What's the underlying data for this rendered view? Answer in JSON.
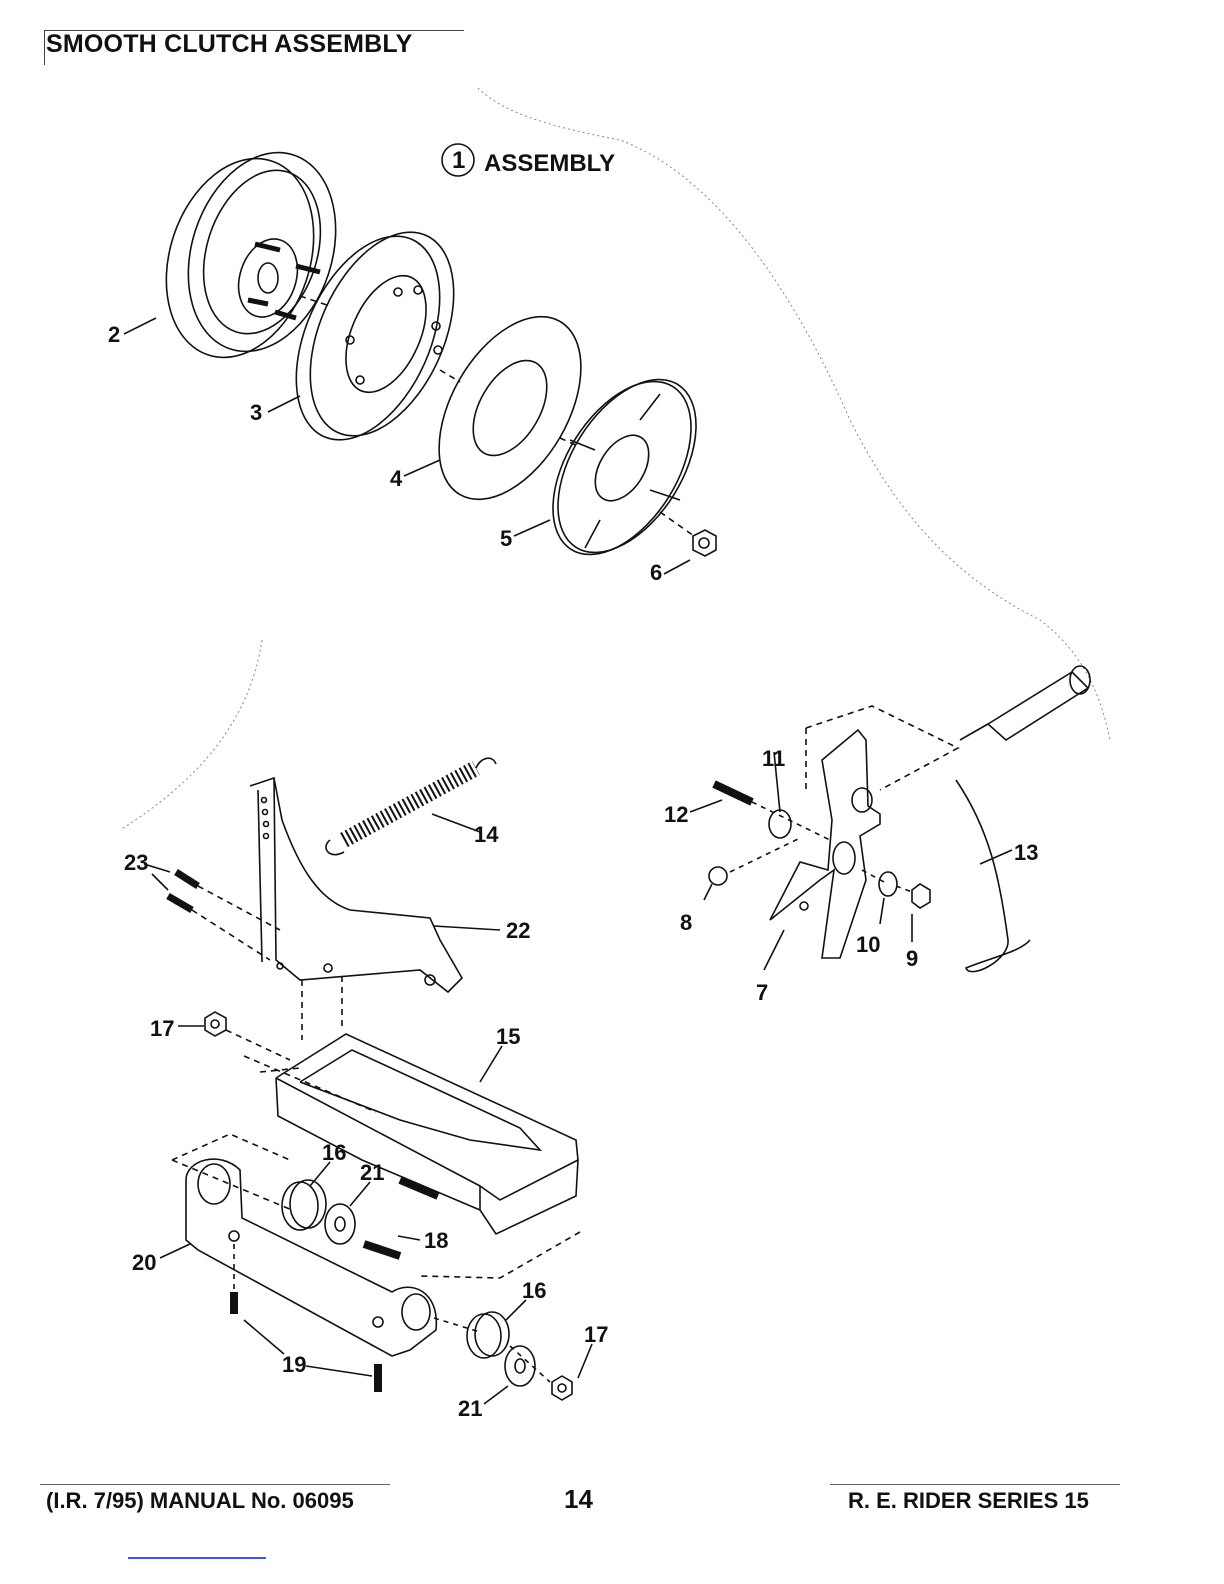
{
  "page": {
    "title": "SMOOTH CLUTCH ASSEMBLY",
    "assembly_number": "1",
    "assembly_label": "ASSEMBLY",
    "footer_left": "(I.R. 7/95) MANUAL No. 06095",
    "footer_center": "14",
    "footer_right": "R. E. RIDER SERIES 15"
  },
  "callouts": [
    "2",
    "3",
    "4",
    "5",
    "6",
    "7",
    "8",
    "9",
    "10",
    "11",
    "12",
    "13",
    "14",
    "15",
    "16",
    "16",
    "17",
    "17",
    "18",
    "19",
    "20",
    "21",
    "21",
    "22",
    "23"
  ]
}
